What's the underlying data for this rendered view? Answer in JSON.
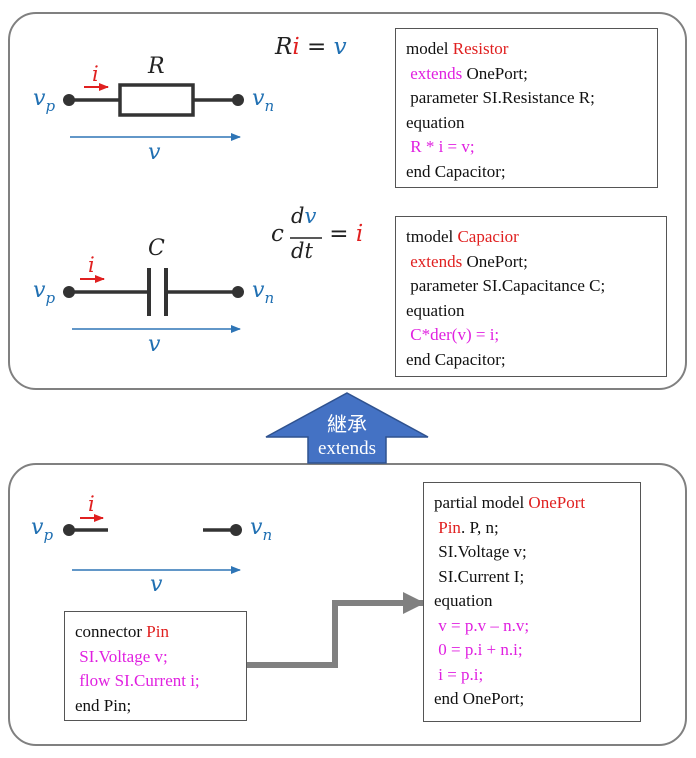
{
  "top": {
    "resistor": {
      "label": "R",
      "current": "i",
      "node_p": "v",
      "node_p_sub": "p",
      "node_n": "v",
      "node_n_sub": "n",
      "voltage": "v",
      "equation": {
        "R": "R",
        "i": "i",
        "eq": " = ",
        "v": "v"
      },
      "code": {
        "line1_prefix": "model ",
        "line1_name": "Resistor",
        "line2": " extends",
        "line2_rest": " OnePort;",
        "line3": " parameter SI.Resistance R;",
        "line4": "equation",
        "line5": " R * i = v;",
        "line6": "end Capacitor;"
      }
    },
    "capacitor": {
      "label": "C",
      "current": "i",
      "node_p": "v",
      "node_p_sub": "p",
      "node_n": "v",
      "node_n_sub": "n",
      "voltage": "v",
      "equation": {
        "c": "c",
        "dv_d": "d",
        "dv_v": "v",
        "dt": "dt",
        "eq": " = ",
        "i": "i"
      },
      "code": {
        "line1_prefix": "tmodel ",
        "line1_name": "Capacior",
        "line2": " extends",
        "line2_rest": " OnePort;",
        "line3": " parameter SI.Capacitance C;",
        "line4": "equation",
        "line5": " C*der(v) = i;",
        "line6": "end Capacitor;"
      }
    }
  },
  "inherit_arrow": {
    "kanji": "継承",
    "label": "extends",
    "color": "#4472c4"
  },
  "bottom": {
    "oneport_diagram": {
      "current": "i",
      "node_p": "v",
      "node_p_sub": "p",
      "node_n": "v",
      "node_n_sub": "n",
      "voltage": "v"
    },
    "pin_code": {
      "line1_prefix": "connector ",
      "line1_name": "Pin",
      "line2": " SI.Voltage v;",
      "line3": " flow SI.Current i;",
      "line4": "end Pin;"
    },
    "oneport_code": {
      "line1_prefix": "partial model ",
      "line1_name": "OnePort",
      "line2_pin": " Pin",
      "line2_rest": ". P, n;",
      "line3": " SI.Voltage v;",
      "line4": " SI.Current I;",
      "line5": "equation",
      "line6": " v = p.v – n.v;",
      "line7": " 0 = p.i + n.i;",
      "line8": " i = p.i;",
      "line9": "end OnePort;"
    }
  },
  "colors": {
    "blue": "#1f6fb2",
    "red": "#e02020",
    "magenta": "#e020e0",
    "wire": "#333333",
    "arrow_blue": "#2e75b6",
    "gray": "#808080"
  }
}
